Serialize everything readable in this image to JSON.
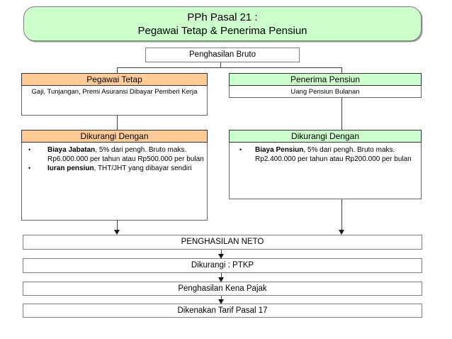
{
  "title": {
    "line1": "PPh Pasal 21 :",
    "line2": "Pegawai Tetap & Penerima Pensiun"
  },
  "bruto": {
    "label": "Penghasilan Bruto"
  },
  "left_column": {
    "header": "Pegawai Tetap",
    "income_note": "Gaji, Tunjangan, Premi Asuransi Dibayar Pemberi Kerja",
    "deduction_header": "Dikurangi Dengan",
    "bullet_glyph": "•",
    "deductions": [
      {
        "term": "Biaya Jabatan",
        "detail": ", 5% dari pengh. Bruto maks. Rp6.000.000 per tahun atau Rp500.000 per bulan"
      },
      {
        "term": "Iuran pensiun",
        "detail": ", THT/JHT yang dibayar sendiri"
      }
    ]
  },
  "right_column": {
    "header": "Penerima Pensiun",
    "income_note": "Uang Pensiun Bulanan",
    "deduction_header": "Dikurangi Dengan",
    "bullet_glyph": "•",
    "deductions": [
      {
        "term": "Biaya Pensiun",
        "detail": ", 5% dari pengh. Bruto maks. Rp2.400.000 per tahun atau Rp200.000 per bulan"
      }
    ]
  },
  "flow": {
    "neto": "PENGHASILAN NETO",
    "ptkp": "Dikurangi : PTKP",
    "pkp": "Penghasilan Kena Pajak",
    "tarif": "Dikenakan Tarif Pasal 17"
  },
  "colors": {
    "pension_green": "#ccffcc",
    "employee_orange": "#ffcc99",
    "box_border_gray": "#808080",
    "connector_dark": "#404040"
  }
}
